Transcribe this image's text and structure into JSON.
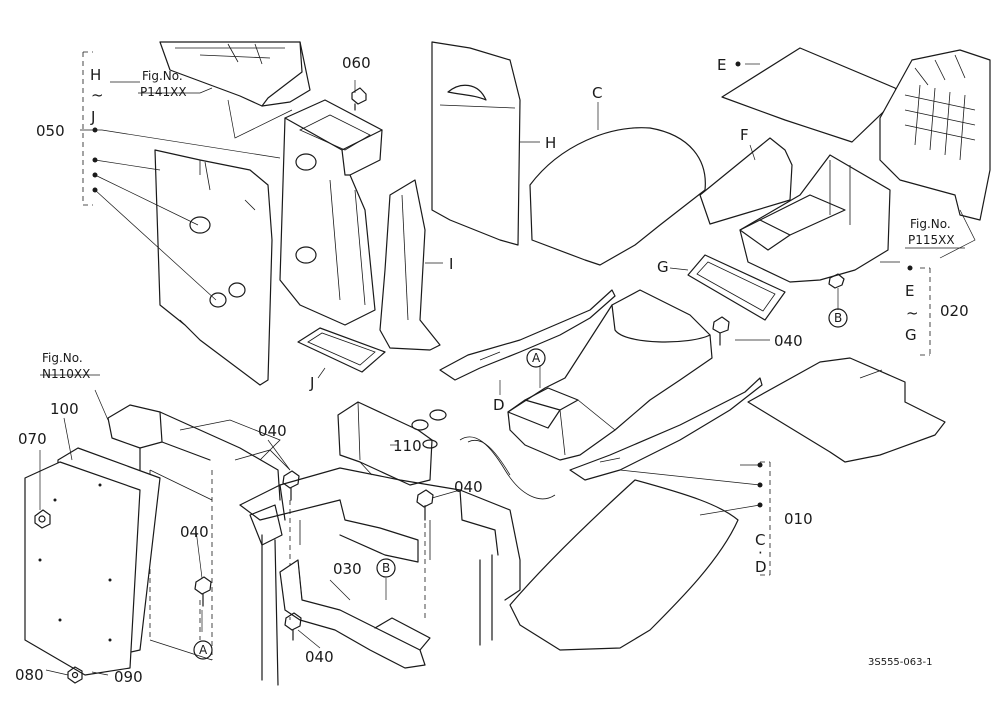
{
  "callouts": {
    "c060": "060",
    "c050": "050",
    "c110": "110",
    "c040_a": "040",
    "c040_b": "040",
    "c040_c": "040",
    "c040_d": "040",
    "c040_e": "040",
    "c070": "070",
    "c100": "100",
    "c030": "030",
    "c080": "080",
    "c090": "090",
    "c020": "020",
    "c010": "010"
  },
  "letters": {
    "C": "C",
    "E": "E",
    "F": "F",
    "G": "G",
    "H": "H",
    "I": "I",
    "J": "J",
    "D": "D"
  },
  "circled": {
    "A1": "A",
    "A2": "A",
    "B1": "B",
    "B2": "B"
  },
  "fig_refs": {
    "p141_line1": "Fig.No.",
    "p141_line2": "P141XX",
    "n110_line1": "Fig.No.",
    "n110_line2": "N110XX",
    "p115_line1": "Fig.No.",
    "p115_line2": "P115XX"
  },
  "brackets": {
    "hj_top": "H",
    "hj_mid": "~",
    "hj_bot": "J",
    "eg_top": "E",
    "eg_mid": "~",
    "eg_bot": "G",
    "cd_top": "C",
    "cd_mid": "·",
    "cd_bot": "D"
  },
  "diagram_id": "3S555-063-1"
}
